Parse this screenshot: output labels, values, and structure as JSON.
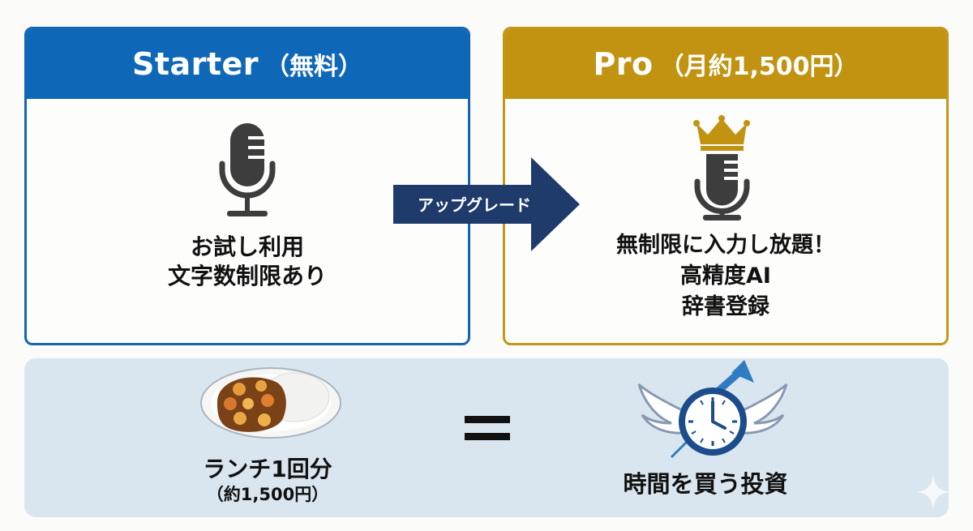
{
  "plans": {
    "starter": {
      "name": "Starter",
      "price": "（無料）",
      "icon": "microphone-icon",
      "features": [
        "お試し利用",
        "文字数制限あり"
      ],
      "color": "#0f67b8"
    },
    "pro": {
      "name": "Pro",
      "price": "（月約1,500円）",
      "icon": "crowned-microphone-icon",
      "features": [
        "無制限に入力し放題！",
        "高精度AI",
        "辞書登録"
      ],
      "color": "#c19311"
    }
  },
  "upgrade_arrow": {
    "label": "アップグレード",
    "color": "#1f3b6b"
  },
  "comparison": {
    "left": {
      "icon": "curry-rice-icon",
      "title": "ランチ1回分",
      "subtitle": "（約1,500円）"
    },
    "operator": "equals-icon",
    "right": {
      "icon": "winged-clock-icon",
      "title": "時間を買う投資"
    },
    "background": "#dae6ef"
  }
}
